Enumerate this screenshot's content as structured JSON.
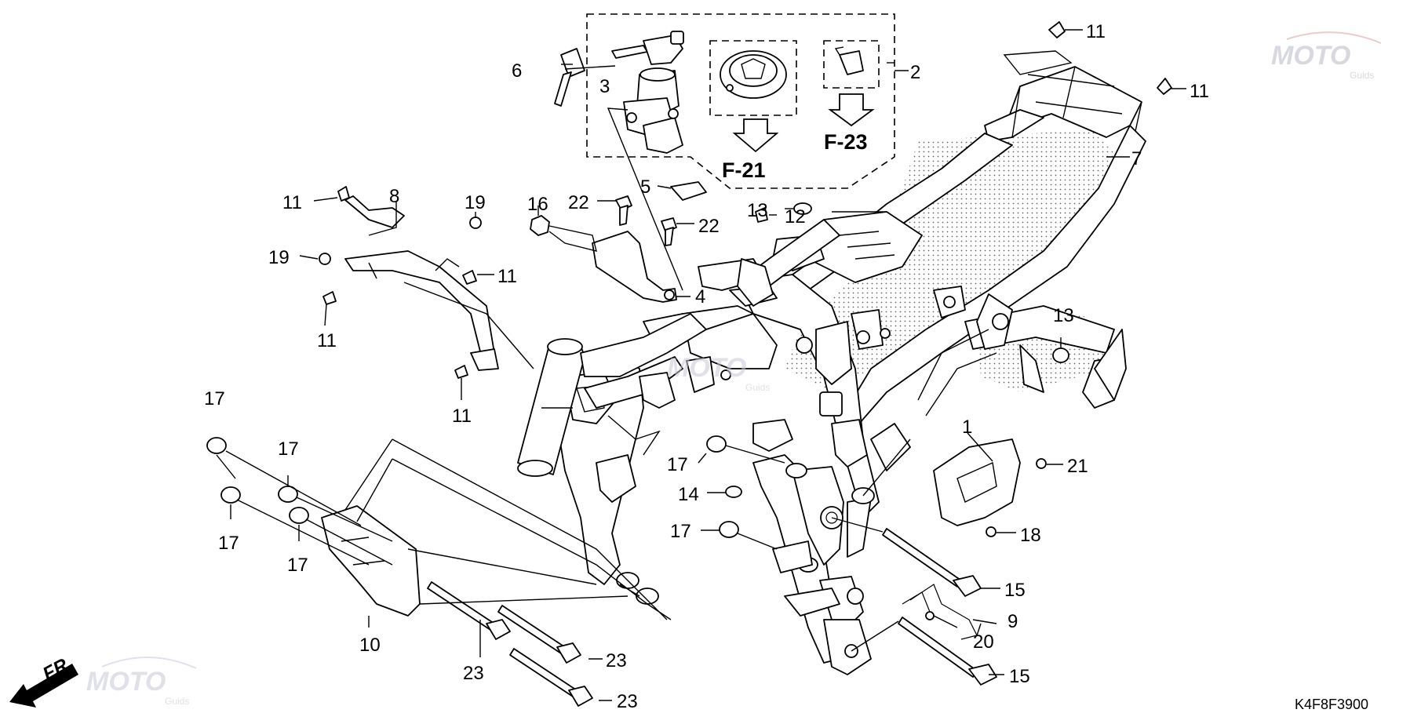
{
  "callouts": [
    {
      "id": "c1",
      "text": "1"
    },
    {
      "id": "c2",
      "text": "2"
    },
    {
      "id": "c3",
      "text": "3"
    },
    {
      "id": "c4",
      "text": "4"
    },
    {
      "id": "c5",
      "text": "5"
    },
    {
      "id": "c6",
      "text": "6"
    },
    {
      "id": "c7",
      "text": "7"
    },
    {
      "id": "c8",
      "text": "8"
    },
    {
      "id": "c9",
      "text": "9"
    },
    {
      "id": "c10",
      "text": "10"
    },
    {
      "id": "c11a",
      "text": "11"
    },
    {
      "id": "c11b",
      "text": "11"
    },
    {
      "id": "c11c",
      "text": "11"
    },
    {
      "id": "c11d",
      "text": "11"
    },
    {
      "id": "c11e",
      "text": "11"
    },
    {
      "id": "c11f",
      "text": "11"
    },
    {
      "id": "c12",
      "text": "12"
    },
    {
      "id": "c13a",
      "text": "13"
    },
    {
      "id": "c13b",
      "text": "13"
    },
    {
      "id": "c14",
      "text": "14"
    },
    {
      "id": "c15a",
      "text": "15"
    },
    {
      "id": "c15b",
      "text": "15"
    },
    {
      "id": "c16",
      "text": "16"
    },
    {
      "id": "c17a",
      "text": "17"
    },
    {
      "id": "c17b",
      "text": "17"
    },
    {
      "id": "c17c",
      "text": "17"
    },
    {
      "id": "c17d",
      "text": "17"
    },
    {
      "id": "c17e",
      "text": "17"
    },
    {
      "id": "c17f",
      "text": "17"
    },
    {
      "id": "c18",
      "text": "18"
    },
    {
      "id": "c19a",
      "text": "19"
    },
    {
      "id": "c19b",
      "text": "19"
    },
    {
      "id": "c20",
      "text": "20"
    },
    {
      "id": "c21",
      "text": "21"
    },
    {
      "id": "c22a",
      "text": "22"
    },
    {
      "id": "c22b",
      "text": "22"
    },
    {
      "id": "c23a",
      "text": "23"
    },
    {
      "id": "c23b",
      "text": "23"
    },
    {
      "id": "c23c",
      "text": "23"
    }
  ],
  "refs": {
    "f21": "F-21",
    "f23": "F-23"
  },
  "diagram_code": "K4F8F3900",
  "front_marker": "FR.",
  "watermark": {
    "brand": "MOTO",
    "sub": "Guids"
  },
  "colors": {
    "line": "#000000",
    "watermark": "#b9b9c8",
    "watermark_accent": "#d9a3a3"
  },
  "icons": [
    "front-arrow-icon",
    "reference-arrow-icon",
    "watermark-logo-icon"
  ]
}
